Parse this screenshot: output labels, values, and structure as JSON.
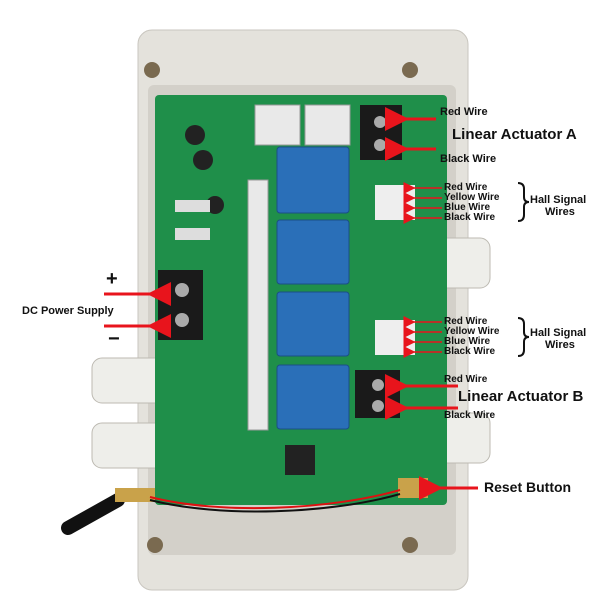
{
  "colors": {
    "arrow": "#e8141c",
    "pcb": "#1f8f4a",
    "relay": "#2a6fb8",
    "enclosure": "#e4e2dc",
    "terminal": "#1a1a1a"
  },
  "labels": {
    "actuator_a": {
      "title": "Linear Actuator A",
      "red": "Red Wire",
      "black": "Black Wire"
    },
    "hall_a": {
      "red": "Red Wire",
      "yellow": "Yellow Wire",
      "blue": "Blue Wire",
      "black": "Black Wire",
      "title_line1": "Hall Signal",
      "title_line2": "Wires"
    },
    "hall_b": {
      "red": "Red Wire",
      "yellow": "Yellow Wire",
      "blue": "Blue Wire",
      "black": "Black Wire",
      "title_line1": "Hall Signal",
      "title_line2": "Wires"
    },
    "actuator_b": {
      "title": "Linear Actuator B",
      "red": "Red Wire",
      "black": "Black Wire"
    },
    "power": {
      "title": "DC Power Supply",
      "plus": "+",
      "minus": "−"
    },
    "reset": "Reset Button"
  }
}
